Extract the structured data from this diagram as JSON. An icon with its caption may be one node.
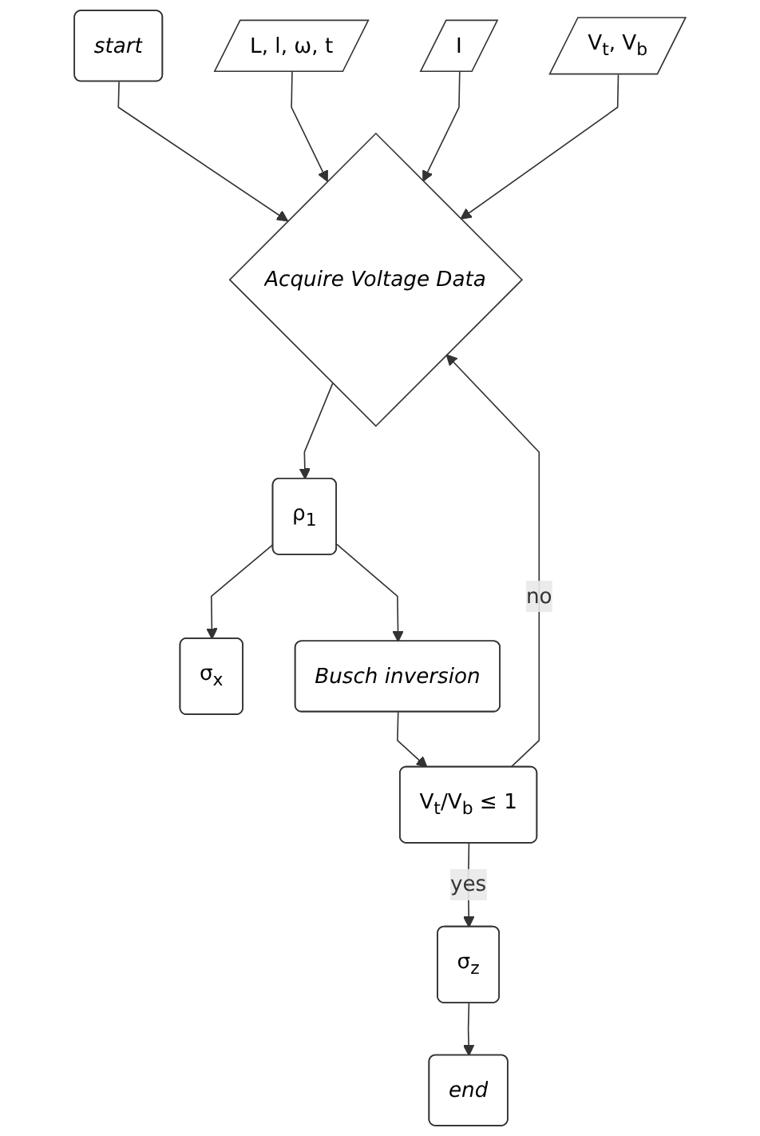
{
  "diagram": {
    "nodes": [
      {
        "text": [
          "start"
        ]
      },
      {
        "text": [
          "L, l, ω, t"
        ]
      },
      {
        "text": [
          "I"
        ]
      },
      {
        "text": [
          "V$_{t}$, V$_{b}$"
        ]
      },
      {
        "text": [
          "Acquire Voltage Data"
        ]
      },
      {
        "text": [
          "σ$_{x}$"
        ]
      },
      {
        "text": [
          "ρ$_{1}$"
        ]
      },
      {
        "text": [
          "Busch inversion"
        ]
      },
      {
        "text": [
          "V$_{t}$/V$_{b}$ ≤ 1"
        ]
      },
      {
        "text": [
          "σ$_{z}$"
        ]
      },
      {
        "text": [
          "end"
        ]
      }
    ],
    "edges": [
      {
        "from": 0,
        "to": 4,
        "arrow": "to"
      },
      {
        "from": 1,
        "to": 4,
        "arrow": "to"
      },
      {
        "from": 2,
        "to": 4,
        "arrow": "to"
      },
      {
        "from": 3,
        "to": 4,
        "arrow": "to"
      },
      {
        "from": 4,
        "to": 6,
        "arrow": "to"
      },
      {
        "from": 6,
        "to": 5,
        "arrow": "to"
      },
      {
        "from": 6,
        "to": 7,
        "arrow": "to"
      },
      {
        "from": 7,
        "to": 8,
        "arrow": "to"
      },
      {
        "from": 8,
        "to": 4,
        "arrow": "to",
        "label": "no"
      },
      {
        "from": 8,
        "to": 9,
        "arrow": "to",
        "label": "yes"
      },
      {
        "from": 9,
        "to": 10,
        "arrow": "to"
      }
    ]
  }
}
